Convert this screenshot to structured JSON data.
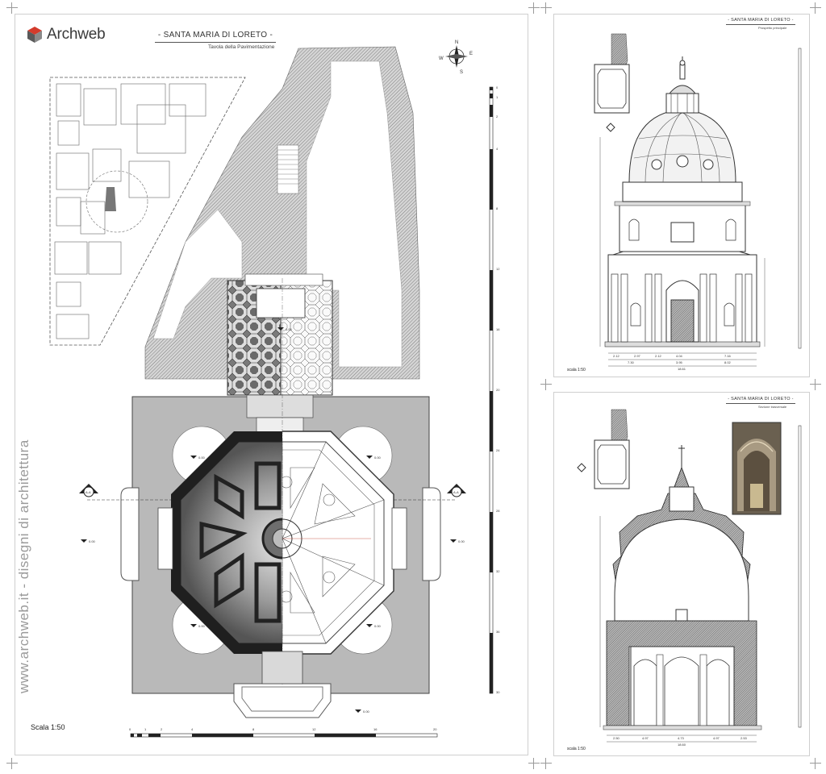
{
  "brand": {
    "name": "Archweb",
    "watermark": "www.archweb.it - disegni di architettura"
  },
  "sheet_plan": {
    "title": "- SANTA MARIA DI LORETO -",
    "subtitle": "Tavola della Pavimentazione",
    "scale": "Scala 1:50",
    "compass": {
      "n": "N",
      "s": "S",
      "e": "E",
      "w": "W"
    },
    "section_markers": [
      "A-A",
      "A-A"
    ],
    "elevation_labels": [
      "0.00",
      "0.00",
      "0.00",
      "0.00",
      "0.00",
      "0.00",
      "0.00",
      "0.00"
    ],
    "scale_ticks_h": [
      "0",
      "1",
      "2",
      "4",
      "8",
      "12",
      "16",
      "20"
    ],
    "scale_ticks_v": [
      "0",
      "1",
      "2",
      "4",
      "8",
      "12",
      "16",
      "20",
      "24",
      "28",
      "32",
      "36",
      "30"
    ]
  },
  "sheet_elevation": {
    "title": "- SANTA MARIA DI LORETO -",
    "subtitle": "Prospetto principale",
    "scale": "scala 1:50",
    "dimensions": [
      "2.12",
      "2.97",
      "2.12",
      "4.04",
      "7.16",
      "7.30",
      "3.95",
      "8.02",
      "18.61"
    ]
  },
  "sheet_section": {
    "title": "- SANTA MARIA DI LORETO -",
    "subtitle": "Sezione trasversale",
    "scale": "scala 1:50",
    "dimensions": [
      "2.50",
      "4.97",
      "4.73",
      "4.97",
      "2.53",
      "18.60"
    ]
  },
  "colors": {
    "ink": "#2a2a2a",
    "hatch": "#8c8c8c",
    "fill": "#bdbdbd",
    "accent": "#c0392b"
  }
}
